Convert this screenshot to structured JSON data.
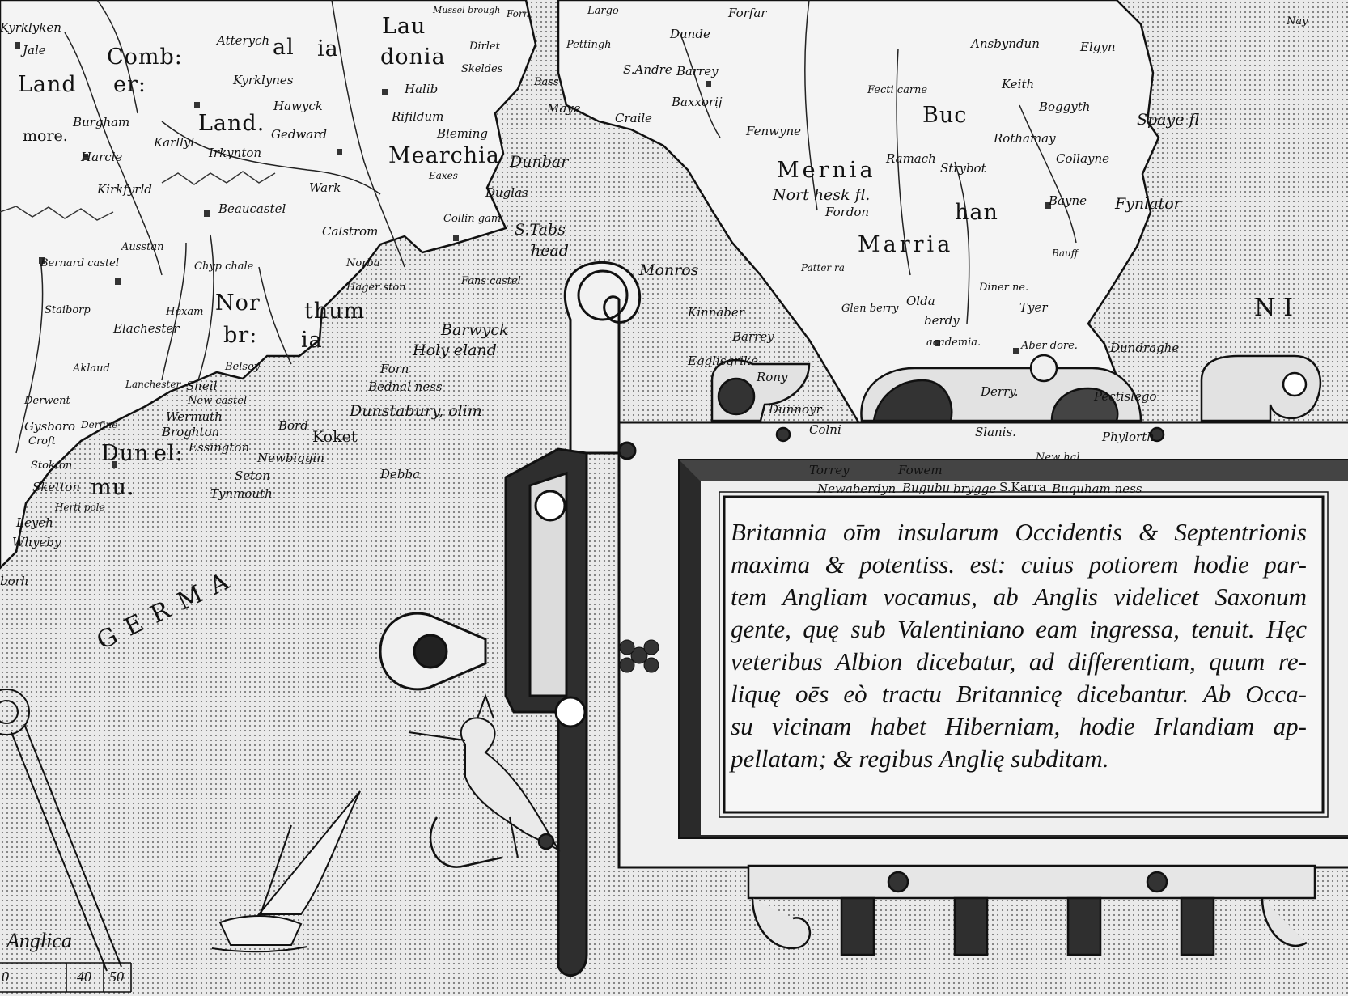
{
  "map": {
    "sea_labels": [
      "GERMA",
      "NI"
    ],
    "corner_label": "Nay",
    "labels": [
      "Kyrklyken",
      "Jale",
      "Land",
      "more.",
      "Burgham",
      "Harcle",
      "Kirkfyrld",
      "Comb:",
      "er:",
      "Karllyl",
      "Atterych",
      "al",
      "ia",
      "Kyrklynes",
      "Land.",
      "Hawyck",
      "Gedward",
      "Irkynton",
      "Wark",
      "Beaucastel",
      "Calstrom",
      "Lau",
      "donia",
      "Halib",
      "Rifildum",
      "Bleming",
      "Mearchia",
      "Eaxes",
      "Duglas",
      "Dunbar",
      "S.Tabs",
      "head",
      "Collin gam.",
      "Fans castel",
      "Norba",
      "Hager ston",
      "thum",
      "ia",
      "Nor",
      "br:",
      "Chyp chale",
      "Barwyck",
      "Holy eland",
      "Forn",
      "Bednal ness",
      "Dunstabury, olim",
      "Debba",
      "Koket",
      "Bord",
      "Newbiggin",
      "Seton",
      "Tynmouth",
      "Bernard castel",
      "Staiborp",
      "Ausstan",
      "Elachester",
      "Hexam",
      "Aklaud",
      "Lanchester",
      "New castel",
      "Belsey",
      "Derwent",
      "Croft",
      "Stokton",
      "Dun",
      "el:",
      "mu.",
      "Derfine",
      "Herti pole",
      "Sheil",
      "Wermuth",
      "Broghton",
      "Essington",
      "Gysboro",
      "Sketton",
      "Leyeh",
      "Whyeby",
      "borh",
      "Dunde",
      "Barrey",
      "Forfar",
      "Fenwyne",
      "Mernia",
      "Fecti carne",
      "Fordon",
      "Marria",
      "Ansbyndun",
      "Keith",
      "Boggyth",
      "Elgyn",
      "Spaye fl",
      "Collayne",
      "Bayne",
      "Fynlator",
      "Rothamay",
      "Strybot",
      "Buc",
      "han",
      "Monros",
      "Kinnaber",
      "Egglisgrike",
      "Barrey",
      "Rony",
      "Dunnoyr",
      "Colni",
      "Torrey",
      "Newaberdyn",
      "Fowem",
      "Bugubu",
      "brygge",
      "S.Karra",
      "Buquham ness",
      "Diner ne.",
      "Tyer",
      "Aber dore.",
      "Derry.",
      "Slanis.",
      "New hal",
      "Dundraghe",
      "Pectislego",
      "Phylorth",
      "Olda",
      "berdy",
      "academia.",
      "Glen berry",
      "Patter ra",
      "Bauff",
      "Nort hesk fl.",
      "Ramach",
      "Largo",
      "Pettingh",
      "S.Andre",
      "Baxxorij",
      "Craile",
      "Maye",
      "Bass",
      "Dirlet",
      "Skeldes",
      "Forn",
      "Mussel brough"
    ]
  },
  "cartouche": {
    "lines": [
      "Britannia oīm insularum Occidentis & Septentrionis",
      "maxima & potentiss. est: cuius potiorem hodie par-",
      "tem Angliam vocamus, ab Anglis videlicet Saxonum",
      "gente, quę sub Valentiniano eam ingressa, tenuit. Hęc",
      "veteribus Albion dicebatur, ad differentiam, quum re-",
      "liquę oēs eò tractu Britannicę dicebantur. Ab Occa-",
      "su vicinam habet Hiberniam, hodie Irlandiam ap-",
      "pellatam; & regibus Anglię subditam."
    ]
  },
  "scale": {
    "title": "Anglica",
    "ticks": [
      "0",
      "40",
      "50"
    ]
  }
}
